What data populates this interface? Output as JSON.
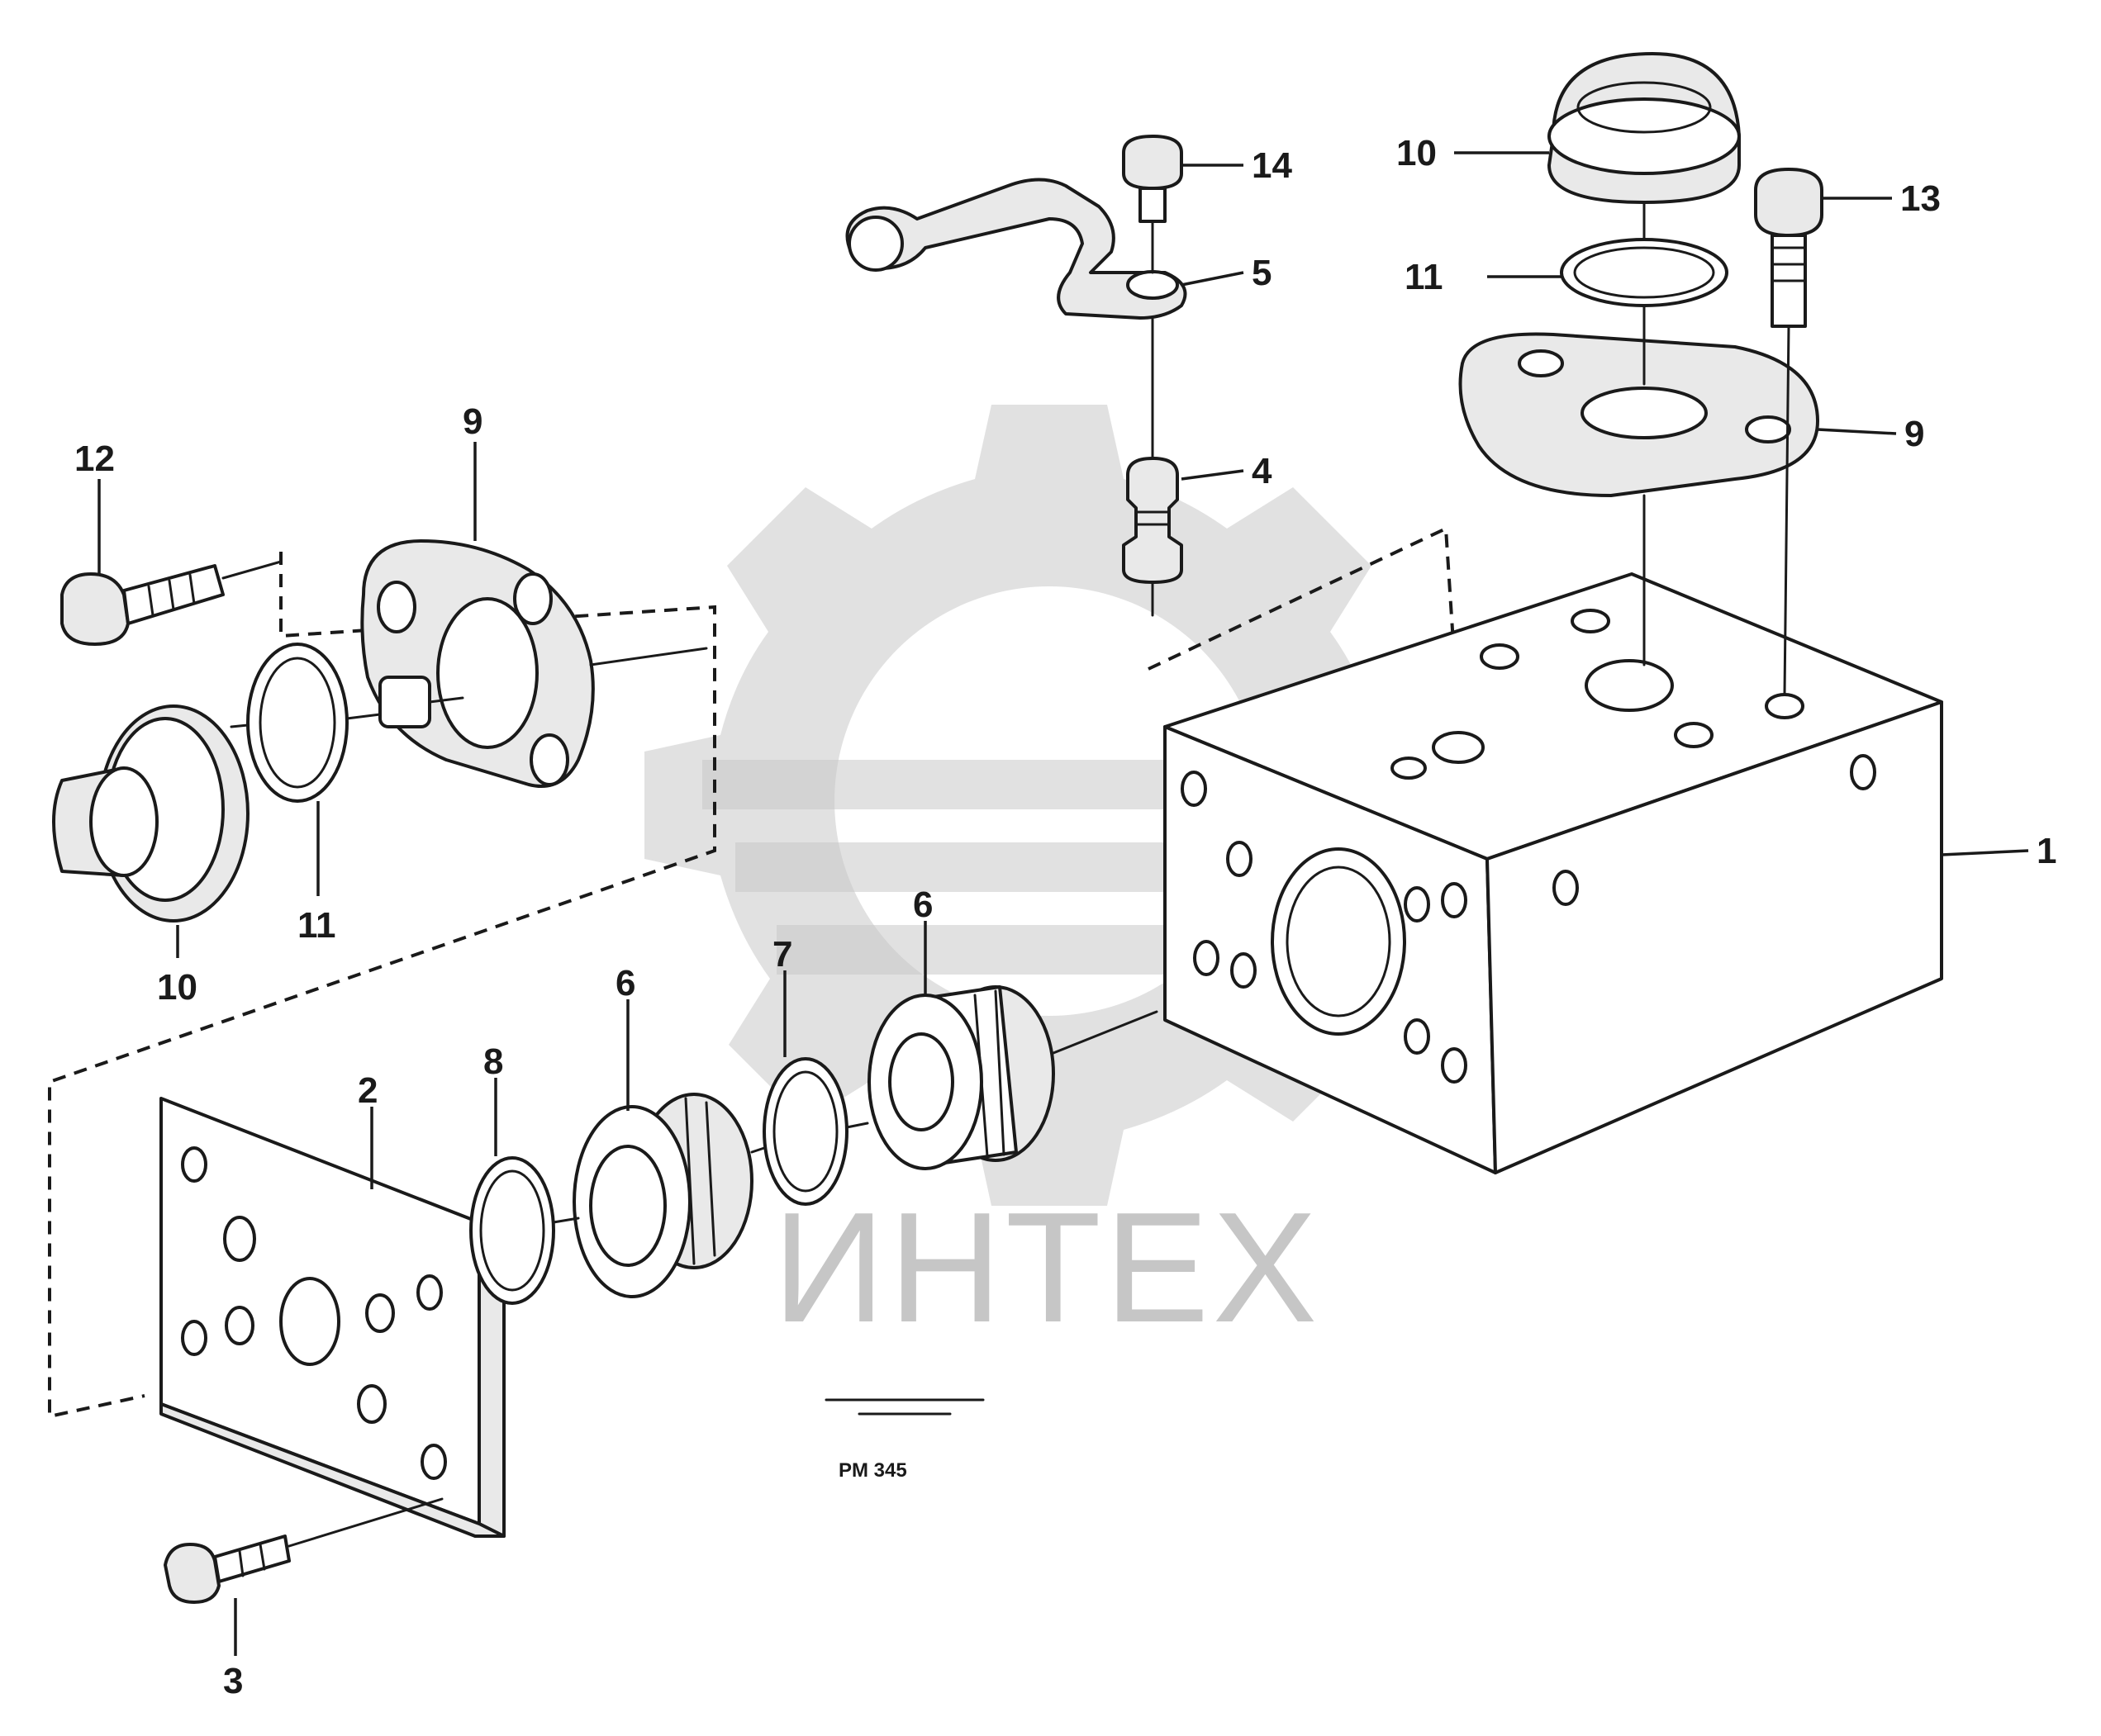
{
  "labels": {
    "l1": "1",
    "l2": "2",
    "l3": "3",
    "l4": "4",
    "l5": "5",
    "l6a": "6",
    "l6b": "6",
    "l7": "7",
    "l8": "8",
    "l9a": "9",
    "l9b": "9",
    "l10a": "10",
    "l10b": "10",
    "l11a": "11",
    "l11b": "11",
    "l12": "12",
    "l13": "13",
    "l14": "14"
  },
  "figure_ref": "PM 345",
  "watermark": {
    "text": "ИНТЕХ",
    "icon": "gear-logo-icon"
  },
  "colors": {
    "line": "#1a1a1a",
    "watermark": "#bdbdbd"
  }
}
